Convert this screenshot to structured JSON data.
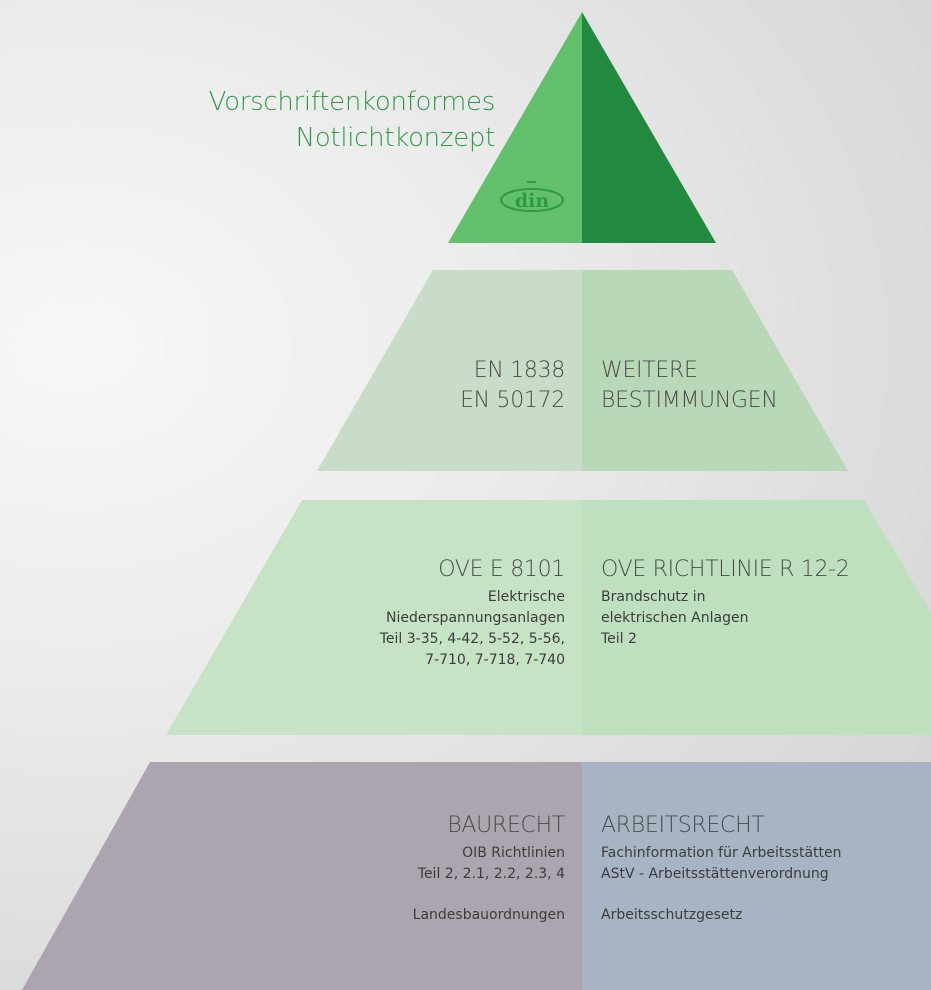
{
  "title": [
    "Vorschriftenkonformes",
    "Notlichtkonzept"
  ],
  "logo_text": "din",
  "levels": [
    {
      "name": "top",
      "colors": {
        "left": "#62bf6a",
        "right": "#228a3e"
      }
    },
    {
      "name": "second",
      "colors": {
        "left": "#c9dcc9",
        "right": "#b8d8b8"
      },
      "left_header": [
        "EN 1838",
        "EN 50172"
      ],
      "right_header": [
        "WEITERE",
        "BESTIMMUNGEN"
      ]
    },
    {
      "name": "third",
      "colors": {
        "left": "#c6e3c6",
        "right": "#bfe0bf"
      },
      "left_header": "OVE E 8101",
      "left_body": [
        "Elektrische",
        "Niederspannungsanlagen",
        "Teil 3-35, 4-42, 5-52, 5-56,",
        "7-710, 7-718, 7-740"
      ],
      "right_header": "OVE RICHTLINIE R 12-2",
      "right_body": [
        "Brandschutz in",
        "elektrischen Anlagen",
        "Teil 2"
      ]
    },
    {
      "name": "base",
      "colors": {
        "left": "#aca4ae",
        "right": "#a7b4c3"
      },
      "left_header": "BAURECHT",
      "left_body": [
        "OIB Richtlinien",
        "Teil 2, 2.1, 2.2, 2.3, 4"
      ],
      "left_extra": "Landesbauordnungen",
      "right_header": "ARBEITSRECHT",
      "right_body": [
        "Fachinformation für Arbeitsstätten",
        "AStV - Arbeitsstättenverordnung"
      ],
      "right_extra": "Arbeitsschutzgesetz"
    }
  ]
}
